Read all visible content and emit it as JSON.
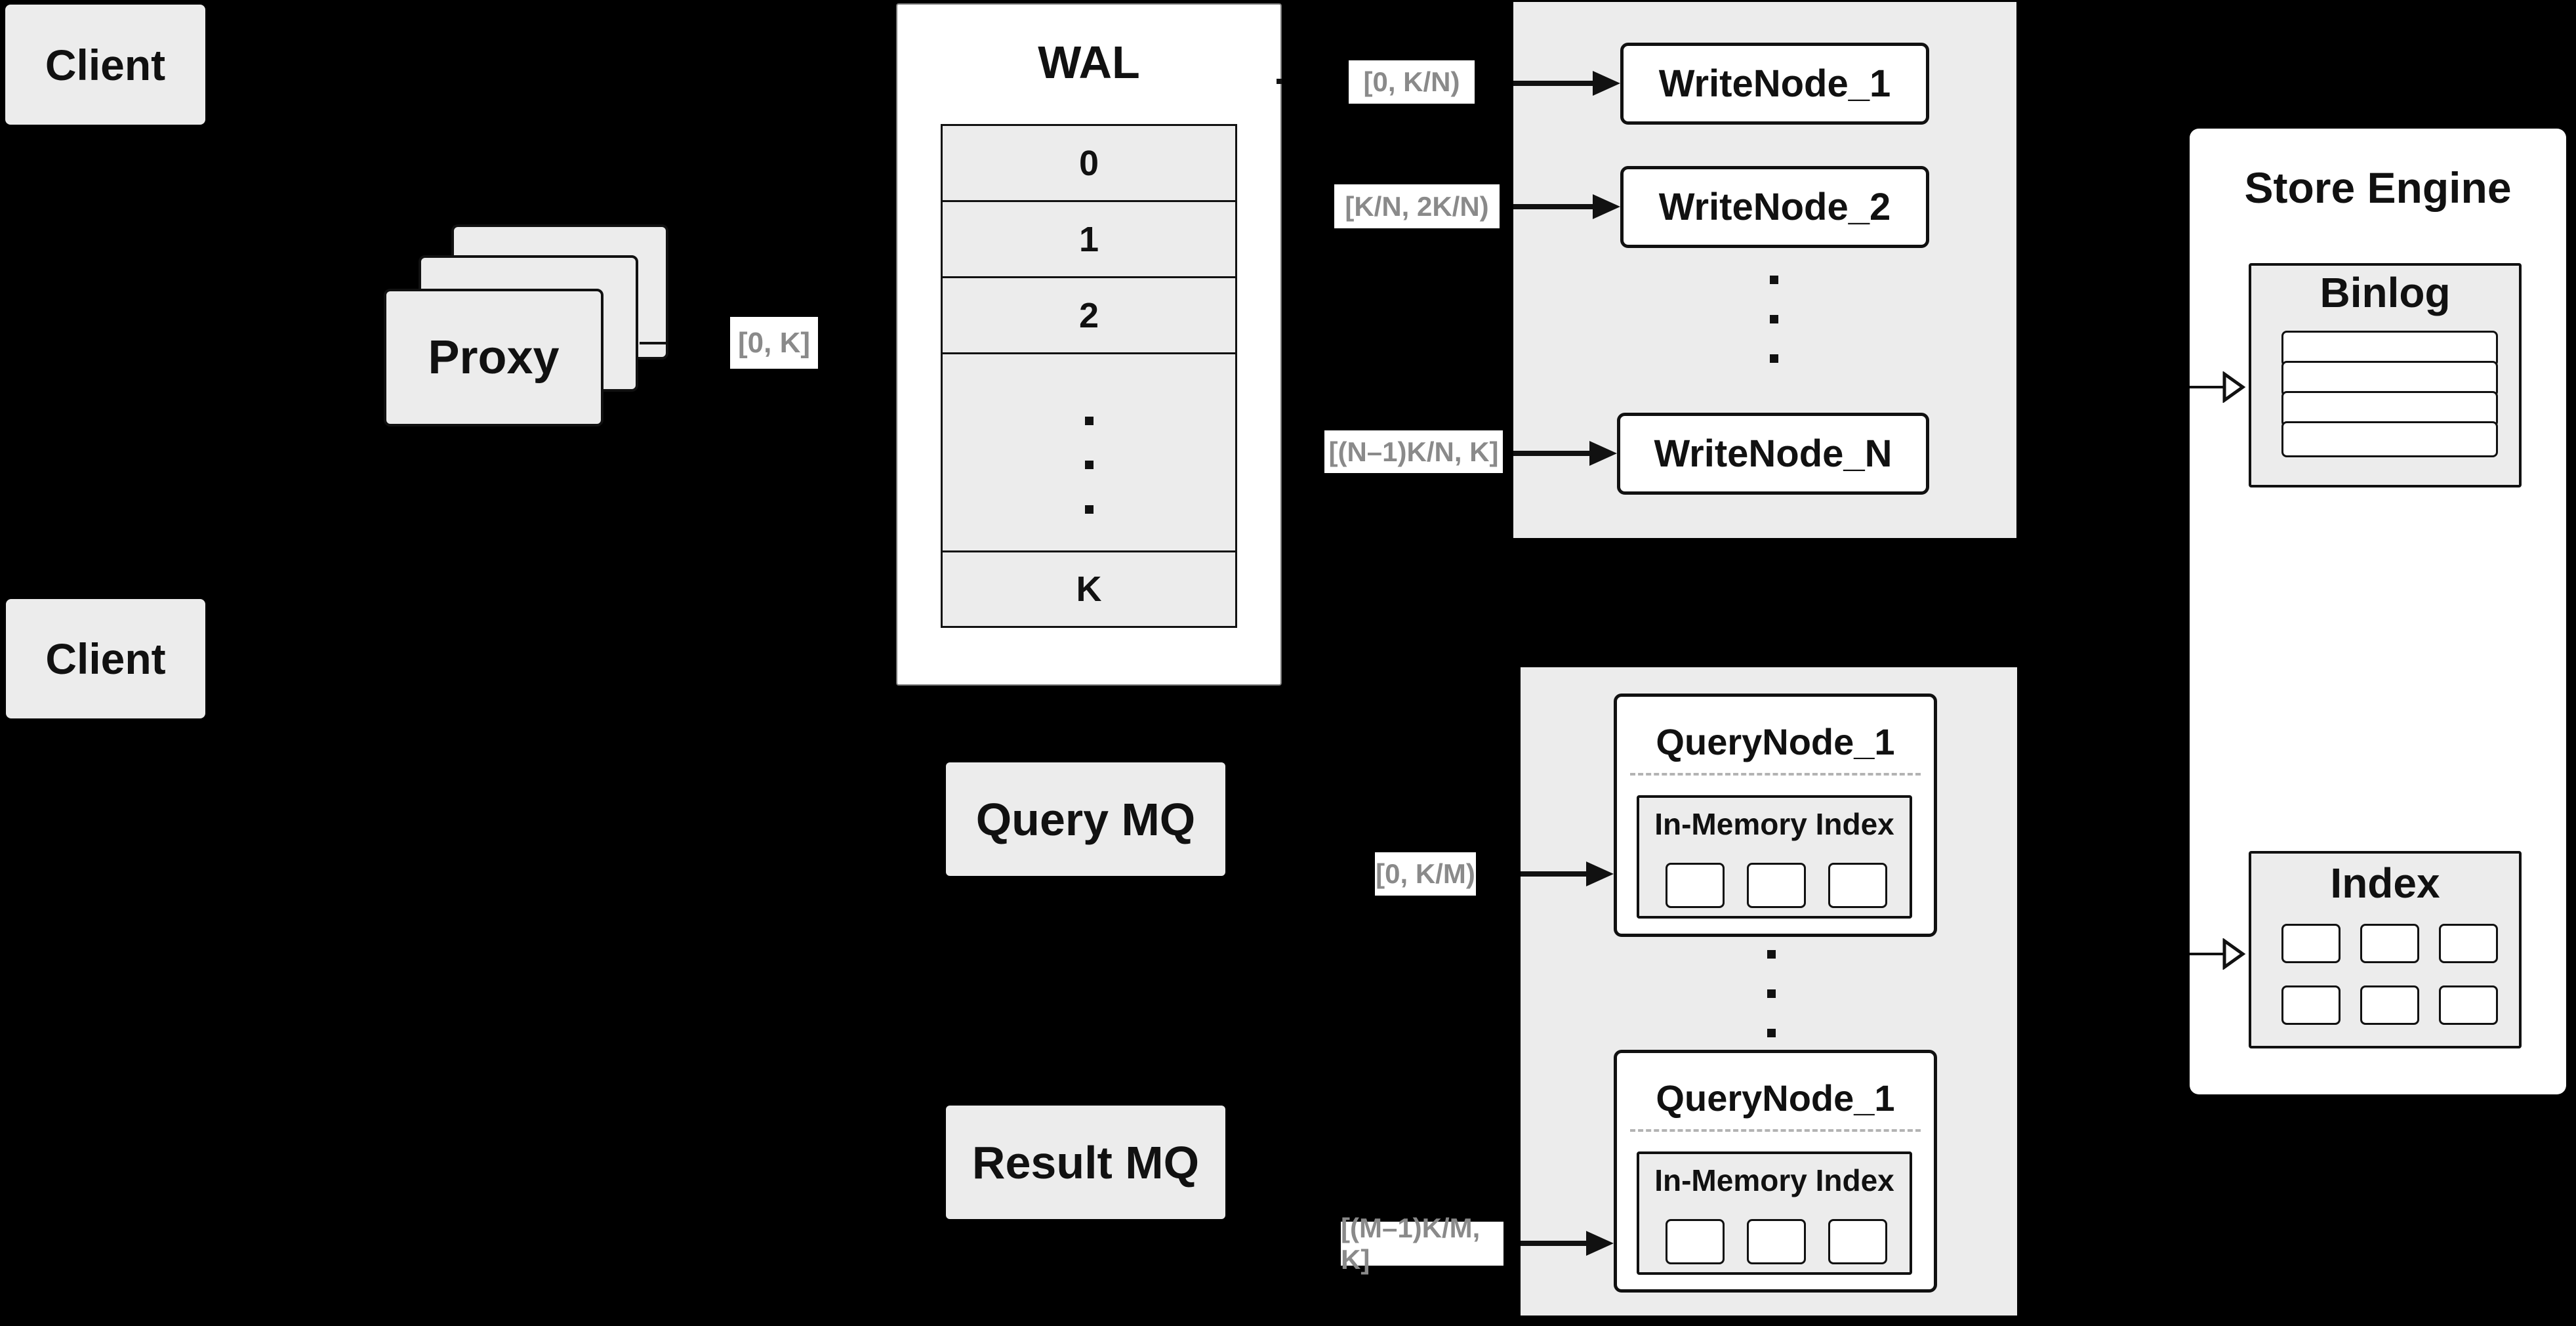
{
  "colors": {
    "background": "#000000",
    "panel_gray": "#ececec",
    "panel_white": "#ffffff",
    "border": "#111111",
    "label_text": "#8a8a8a",
    "dashed_divider": "#b3b3b3"
  },
  "clients": {
    "top": "Client",
    "bottom": "Client"
  },
  "proxy": {
    "label": "Proxy"
  },
  "range_labels": {
    "proxy_out": "[0, K]",
    "write": [
      "[0, K/N)",
      "[K/N, 2K/N)",
      "[(N–1)K/N, K]"
    ],
    "query": [
      "[0, K/M)",
      "[(M–1)K/M, K]"
    ]
  },
  "wal": {
    "title": "WAL",
    "rows": [
      "0",
      "1",
      "2"
    ],
    "last_row": "K"
  },
  "write_nodes": [
    "WriteNode_1",
    "WriteNode_2",
    "WriteNode_N"
  ],
  "store_engine": {
    "title": "Store Engine",
    "binlog": {
      "title": "Binlog",
      "row_count": 4
    },
    "index": {
      "title": "Index",
      "cell_count": 6
    }
  },
  "mq": {
    "query": "Query MQ",
    "result": "Result MQ"
  },
  "query_nodes": [
    {
      "title": "QueryNode_1",
      "memory": "In-Memory Index"
    },
    {
      "title": "QueryNode_1",
      "memory": "In-Memory Index"
    }
  ]
}
